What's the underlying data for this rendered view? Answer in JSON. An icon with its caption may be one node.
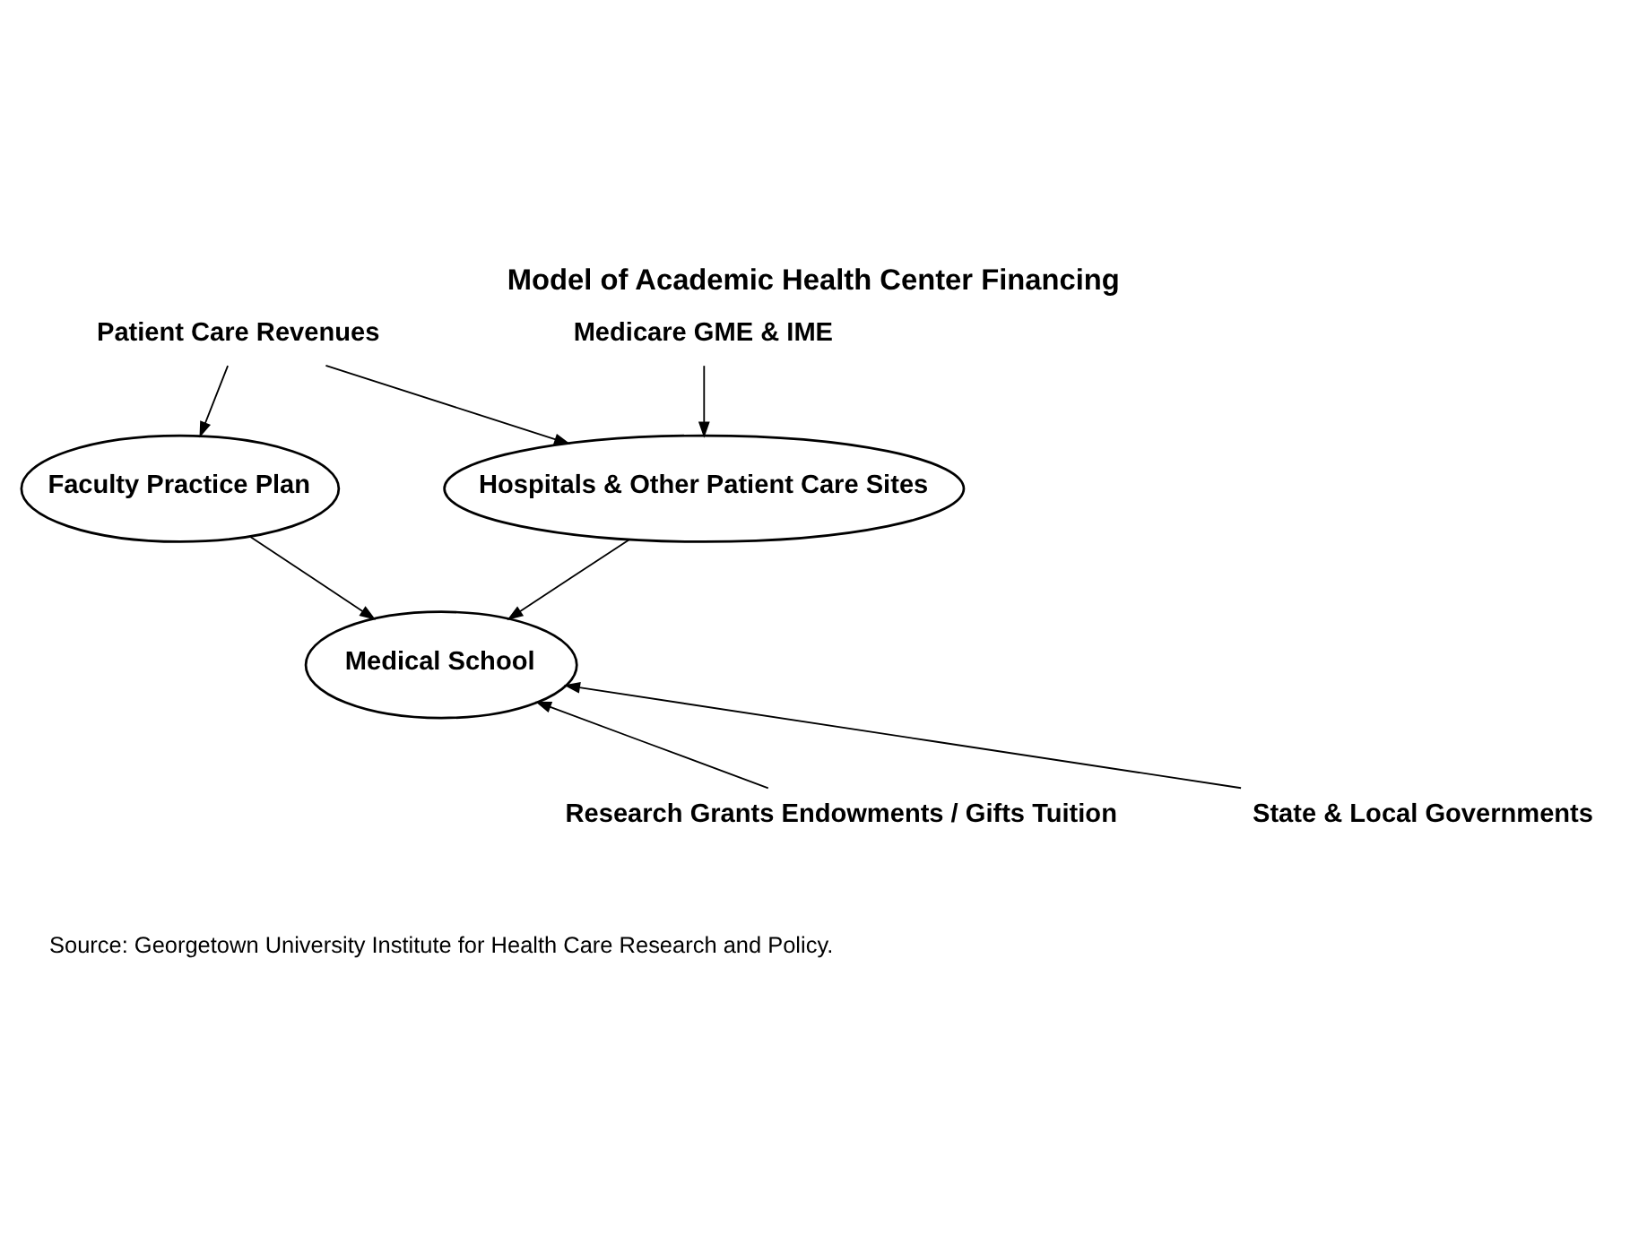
{
  "diagram": {
    "title": "Model of Academic Health Center Financing",
    "caption": "Source: Georgetown University Institute for Health Care Research and Policy.",
    "nodes": [
      {
        "text": [
          "Patient Care Revenues"
        ]
      },
      {
        "text": [
          "Medicare GME & IME"
        ]
      },
      {
        "text": [
          "Faculty Practice Plan"
        ]
      },
      {
        "text": [
          "Hospitals & Other Patient Care Sites"
        ]
      },
      {
        "text": [
          "Medical School"
        ]
      },
      {
        "text": [
          "Research Grants Endowments / Gifts Tuition"
        ]
      },
      {
        "text": [
          "State & Local Governments"
        ]
      }
    ],
    "edges": [
      {
        "from": 0,
        "to": 2,
        "arrow": "to"
      },
      {
        "from": 0,
        "to": 3,
        "arrow": "to"
      },
      {
        "from": 1,
        "to": 3,
        "arrow": "to"
      },
      {
        "from": 2,
        "to": 4,
        "arrow": "to"
      },
      {
        "from": 3,
        "to": 4,
        "arrow": "to"
      },
      {
        "from": 5,
        "to": 4,
        "arrow": "to"
      },
      {
        "from": 6,
        "to": 4,
        "arrow": "to"
      }
    ]
  }
}
